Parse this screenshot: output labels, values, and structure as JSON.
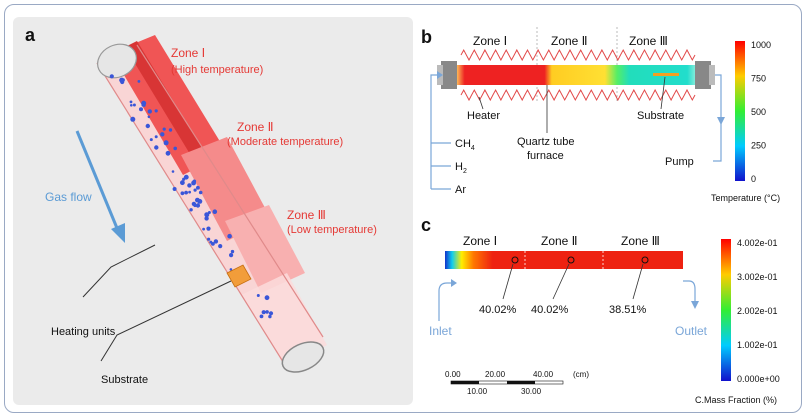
{
  "panel_a": {
    "label": "a",
    "zone1_title": "Zone Ⅰ",
    "zone1_sub": "(High temperature)",
    "zone2_title": "Zone Ⅱ",
    "zone2_sub": "(Moderate temperature)",
    "zone3_title": "Zone Ⅲ",
    "zone3_sub": "(Low temperature)",
    "gas_flow": "Gas flow",
    "heating_units": "Heating units",
    "substrate": "Substrate"
  },
  "panel_b": {
    "label": "b",
    "zones": [
      "Zone Ⅰ",
      "Zone Ⅱ",
      "Zone Ⅲ"
    ],
    "heater": "Heater",
    "quartz_line1": "Quartz tube",
    "quartz_line2": "furnace",
    "substrate": "Substrate",
    "pump": "Pump",
    "gases": [
      "CH",
      "H",
      "Ar"
    ],
    "gas_subscripts": [
      "4",
      "2"
    ],
    "colorbar_ticks": [
      "1000",
      "750",
      "500",
      "250",
      "0"
    ],
    "colorbar_title": "Temperature (°C)"
  },
  "panel_c": {
    "label": "c",
    "zones": [
      "Zone Ⅰ",
      "Zone Ⅱ",
      "Zone Ⅲ"
    ],
    "percentages": [
      "40.02%",
      "40.02%",
      "38.51%"
    ],
    "inlet": "Inlet",
    "outlet": "Outlet",
    "scale_top": [
      "0.00",
      "20.00",
      "40.00"
    ],
    "scale_unit": "(cm)",
    "scale_bottom": [
      "10.00",
      "30.00"
    ],
    "colorbar_ticks": [
      "4.002e-01",
      "3.002e-01",
      "2.002e-01",
      "1.002e-01",
      "0.000e+00"
    ],
    "colorbar_title": "C.Mass Fraction (%)"
  },
  "colors": {
    "zone_label": "#e53935",
    "gas_flow": "#5b9bd5",
    "flow_line": "#7aa6d8",
    "tube_red": "#ee4444",
    "frame": "#9aa9c4"
  }
}
